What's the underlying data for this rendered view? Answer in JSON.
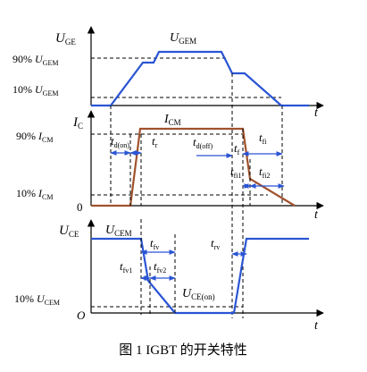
{
  "colors": {
    "gate_waveform": "#2a55d4",
    "current_waveform": "#a0522d",
    "vce_waveform": "#2a55d4",
    "axes": "#000000",
    "arrows": "#2a55d4"
  },
  "panel_gate": {
    "y_axis_sym": "U",
    "y_axis_sub": "GE",
    "curve_sym": "U",
    "curve_sub": "GEM",
    "level90_pre": "90%",
    "level90_sym": "U",
    "level90_sub": "GEM",
    "level10_pre": "10%",
    "level10_sym": "U",
    "level10_sub": "GEM",
    "t_axis": "t"
  },
  "panel_current": {
    "y_axis_sym": "I",
    "y_axis_sub": "C",
    "curve_sym": "I",
    "curve_sub": "CM",
    "level90_pre": "90%",
    "level90_sym": "I",
    "level90_sub": "CM",
    "level10_pre": "10%",
    "level10_sym": "I",
    "level10_sub": "CM",
    "zero": "0",
    "t_axis": "t",
    "td_on_sym": "t",
    "td_on_sub": "d(on)",
    "tr_sym": "t",
    "tr_sub": "r",
    "td_off_sym": "t",
    "td_off_sub": "d(off)",
    "tf_sym": "t",
    "tf_sub": "f",
    "tfi_sym": "t",
    "tfi_sub": "fi",
    "tfi1_sym": "t",
    "tfi1_sub": "fi1",
    "tfi2_sym": "t",
    "tfi2_sub": "fi2"
  },
  "panel_vce": {
    "y_axis_sym": "U",
    "y_axis_sub": "CE",
    "curve_sym": "U",
    "curve_sub": "CEM",
    "level10_pre": "10%",
    "level10_sym": "U",
    "level10_sub": "CEM",
    "on_sym": "U",
    "on_sub": "CE(on)",
    "origin": "O",
    "t_axis": "t",
    "tfv_sym": "t",
    "tfv_sub": "fv",
    "tfv1_sym": "t",
    "tfv1_sub": "fv1",
    "tfv2_sym": "t",
    "tfv2_sub": "fv2",
    "trv_sym": "t",
    "trv_sub": "rv"
  },
  "caption": "图 1 IGBT 的开关特性"
}
